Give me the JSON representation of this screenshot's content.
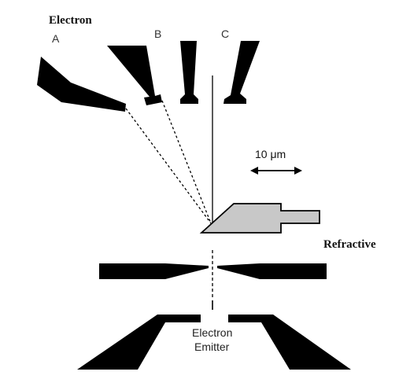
{
  "labels": {
    "top_left": "Electron",
    "right": "Refractive",
    "tip_a": "A",
    "tip_b": "B",
    "tip_c": "C",
    "scale_bar": "10 μm",
    "emitter_line1": "Electron",
    "emitter_line2": "Emitter"
  },
  "colors": {
    "black_shapes": "#000000",
    "sample_fill": "#c8c8c8",
    "sample_stroke": "#000000",
    "background": "#ffffff"
  }
}
